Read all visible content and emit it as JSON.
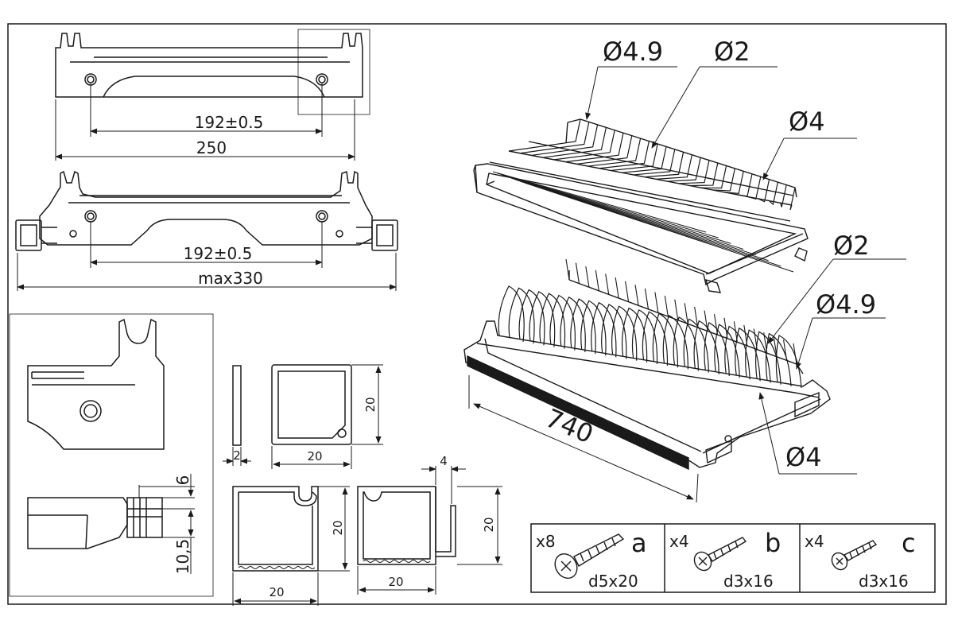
{
  "bracket_top": {
    "spacing": "192±0.5",
    "width": "250"
  },
  "bracket_ext": {
    "spacing": "192±0.5",
    "width": "max330"
  },
  "profiles": {
    "thickness": "2",
    "square_w": "20",
    "square_h": "20",
    "open_w": "20",
    "open_h": "20",
    "slot_w": "20",
    "slot_h": "20",
    "slot_gap": "4"
  },
  "detail": {
    "top": "6",
    "bottom": "10,5"
  },
  "upper_rack": {
    "d1": "Ø4.9",
    "d2": "Ø2",
    "d3": "Ø4"
  },
  "lower_rack": {
    "d1": "Ø2",
    "d2": "Ø4.9",
    "d3": "Ø4",
    "length": "740"
  },
  "screws": [
    {
      "qty": "x8",
      "letter": "a",
      "size": "d5x20"
    },
    {
      "qty": "x4",
      "letter": "b",
      "size": "d3x16"
    },
    {
      "qty": "x4",
      "letter": "c",
      "size": "d3x16"
    }
  ],
  "colors": {
    "line": "#1a1a1a",
    "background": "#ffffff"
  }
}
